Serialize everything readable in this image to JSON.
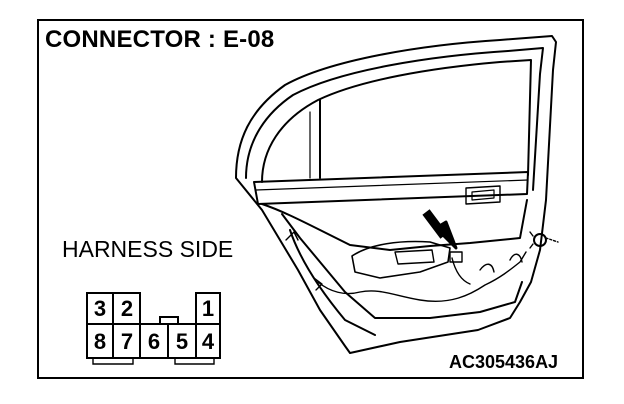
{
  "title": "CONNECTOR : E-08",
  "subtitle": "HARNESS SIDE",
  "code": "AC305436AJ",
  "connector": {
    "top_row": [
      "3",
      "2",
      "",
      "",
      "1"
    ],
    "bottom_row": [
      "8",
      "7",
      "6",
      "5",
      "4"
    ]
  }
}
